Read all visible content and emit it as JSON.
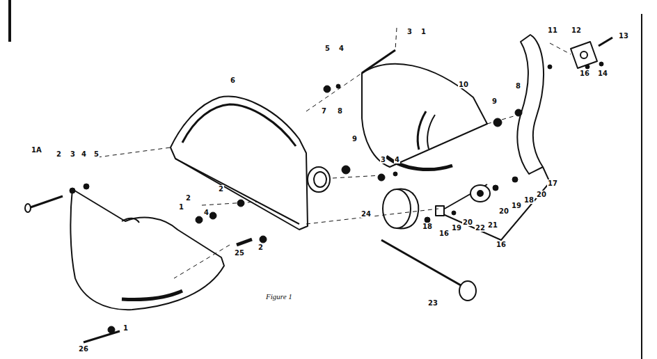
{
  "diagram": {
    "caption": "Figure 1",
    "labels": [
      "1A",
      "2",
      "3",
      "4",
      "5",
      "6",
      "5",
      "4",
      "3",
      "1",
      "10",
      "9",
      "8",
      "7",
      "8",
      "9",
      "11",
      "12",
      "13",
      "16",
      "14",
      "3",
      "4",
      "1",
      "2",
      "4",
      "2",
      "24",
      "18",
      "16",
      "19",
      "20",
      "22",
      "21",
      "20",
      "19",
      "18",
      "20",
      "17",
      "16",
      "23",
      "25",
      "2",
      "26",
      "1"
    ]
  }
}
